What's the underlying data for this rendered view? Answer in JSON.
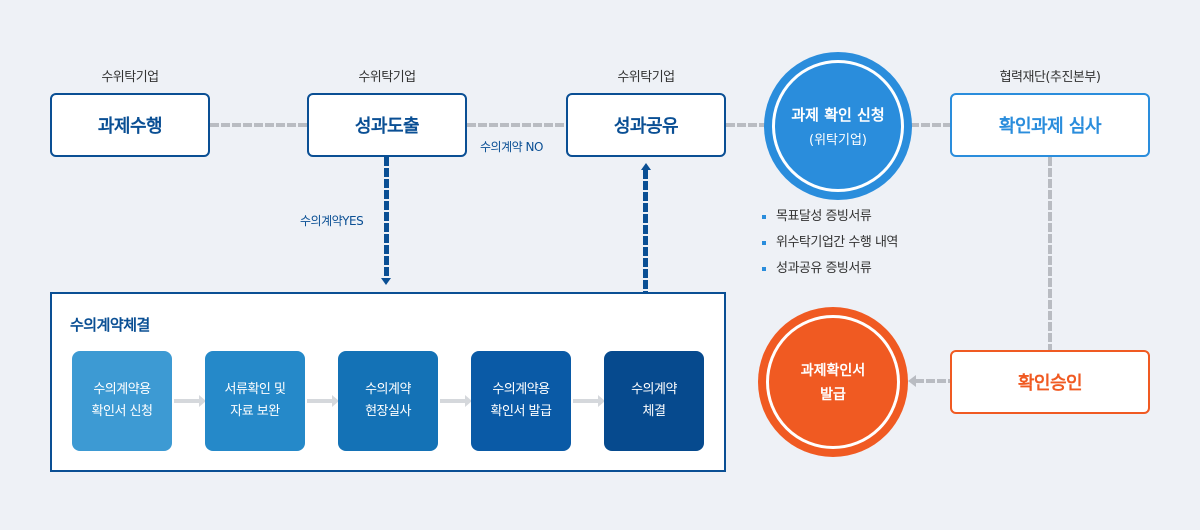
{
  "top_flow": {
    "nodes": [
      {
        "caption": "수위탁기업",
        "label": "과제수행"
      },
      {
        "caption": "수위탁기업",
        "label": "성과도출"
      },
      {
        "caption": "수위탁기업",
        "label": "성과공유"
      },
      {
        "caption": "협력재단(추진본부)",
        "label": "확인과제 심사"
      }
    ],
    "no_label": "수의계약 NO",
    "yes_label": "수의계약YES"
  },
  "apply_circle": {
    "line1": "과제 확인 신청",
    "line2": "(위탁기업)",
    "bullets": [
      "목표달성 증빙서류",
      "위수탁기업간 수행 내역",
      "성과공유 증빙서류"
    ]
  },
  "contract_panel": {
    "title": "수의계약체결",
    "steps": [
      {
        "line1": "수의계약용",
        "line2": "확인서 신청",
        "color": "#3d9ad3"
      },
      {
        "line1": "서류확인 및",
        "line2": "자료 보완",
        "color": "#2589c9"
      },
      {
        "line1": "수의계약",
        "line2": "현장실사",
        "color": "#1472b6"
      },
      {
        "line1": "수의계약용",
        "line2": "확인서 발급",
        "color": "#0a5aa6"
      },
      {
        "line1": "수의계약",
        "line2": "체결",
        "color": "#064a8e"
      }
    ]
  },
  "approval": {
    "label": "확인승인"
  },
  "issue_circle": {
    "line1": "과제확인서",
    "line2": "발급"
  },
  "colors": {
    "navy": "#0a4f94",
    "blue": "#2a8ddc",
    "orange": "#f05a22",
    "background": "#eef1f6"
  }
}
